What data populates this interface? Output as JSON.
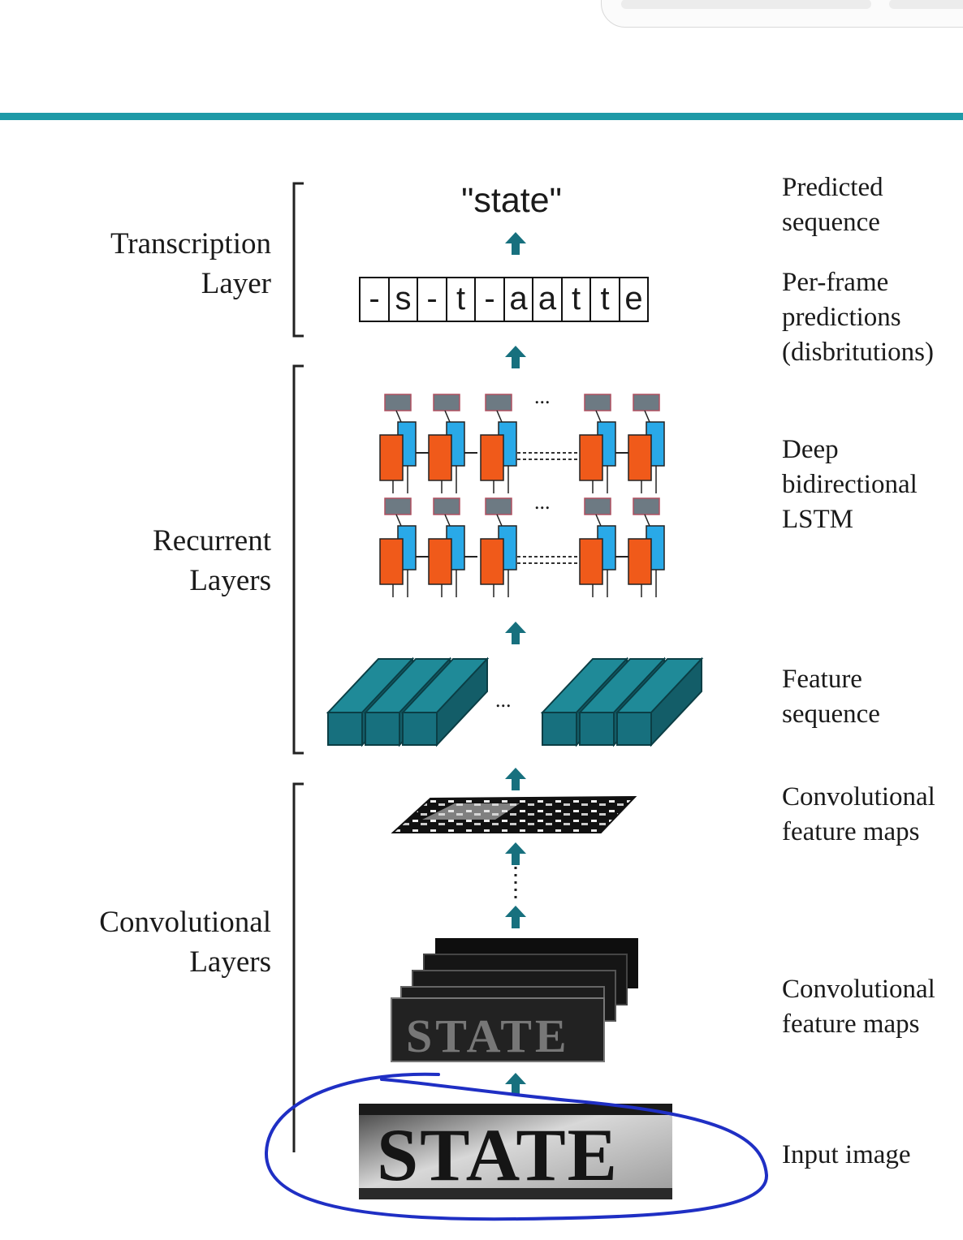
{
  "layer_labels": {
    "transcription": [
      "Transcription",
      "Layer"
    ],
    "recurrent": [
      "Recurrent",
      "Layers"
    ],
    "convolutional": [
      "Convolutional",
      "Layers"
    ]
  },
  "predicted_text": "\"state\"",
  "frames": [
    "-",
    "s",
    "-",
    "t",
    "-",
    "a",
    "a",
    "t",
    "t",
    "e"
  ],
  "descriptions": {
    "predicted": [
      "Predicted",
      "sequence"
    ],
    "per_frame": [
      "Per-frame",
      "predictions",
      "(disbritutions)"
    ],
    "lstm": [
      "Deep",
      "bidirectional",
      "LSTM"
    ],
    "feature_sequence": [
      "Feature",
      "sequence"
    ],
    "conv_maps_1": [
      "Convolutional",
      "feature maps"
    ],
    "conv_maps_2": [
      "Convolutional",
      "feature maps"
    ],
    "input": [
      "Input image"
    ]
  },
  "ellipsis": "...",
  "input_image_text": "STATE",
  "colors": {
    "accent_rule": "#1e9aa7",
    "arrow": "#17707e",
    "lstm_forward": "#f05a1a",
    "lstm_backward": "#29a9e8",
    "lstm_output": "#6d7a83",
    "feature_block": "#17707e",
    "annotation": "#1f2fc4"
  }
}
